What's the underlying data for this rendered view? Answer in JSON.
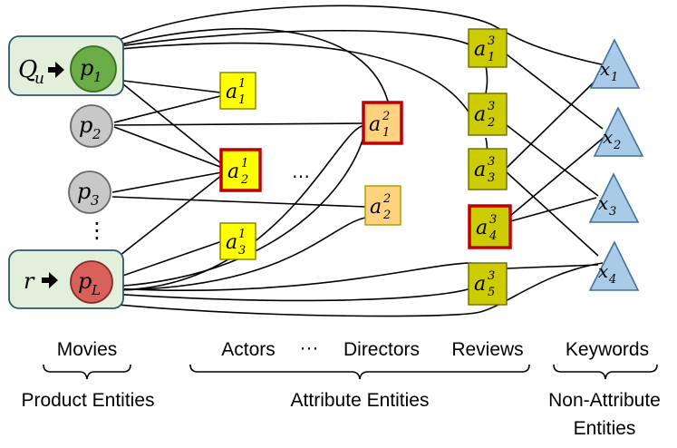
{
  "colors": {
    "query_box_fill": "#e2efda",
    "query_box_stroke": "#2f5570",
    "p_query_fill": "#6aad46",
    "p_query_stroke": "#3a6b26",
    "p_gray_fill": "#c8c8c8",
    "p_gray_stroke": "#6a6a6a",
    "p_target_fill": "#d9615b",
    "p_target_stroke": "#8a2a27",
    "a_level1_fill": "#ffff00",
    "a_level2_fill": "#ffd27f",
    "a_level3_fill": "#cccc00",
    "highlight_stroke": "#c00000",
    "x_fill": "#a9cbe8",
    "x_stroke": "#41719c"
  },
  "product_nodes": {
    "query_marker": "Q",
    "query_marker_sub": "u",
    "target_marker": "r",
    "p1": {
      "base": "p",
      "sub": "1"
    },
    "p2": {
      "base": "p",
      "sub": "2"
    },
    "p3": {
      "base": "p",
      "sub": "3"
    },
    "pL": {
      "base": "p",
      "sub": "L"
    },
    "ellipsis": "⋮"
  },
  "attribute_nodes": {
    "a11": {
      "base": "a",
      "sup": "1",
      "sub": "1"
    },
    "a12": {
      "base": "a",
      "sup": "1",
      "sub": "2"
    },
    "a13": {
      "base": "a",
      "sup": "1",
      "sub": "3"
    },
    "a21": {
      "base": "a",
      "sup": "2",
      "sub": "1"
    },
    "a22": {
      "base": "a",
      "sup": "2",
      "sub": "2"
    },
    "a31": {
      "base": "a",
      "sup": "3",
      "sub": "1"
    },
    "a32": {
      "base": "a",
      "sup": "3",
      "sub": "2"
    },
    "a33": {
      "base": "a",
      "sup": "3",
      "sub": "3"
    },
    "a34": {
      "base": "a",
      "sup": "3",
      "sub": "4"
    },
    "a35": {
      "base": "a",
      "sup": "3",
      "sub": "5"
    },
    "ellipsis": "…"
  },
  "keyword_nodes": {
    "x1": {
      "base": "x",
      "sub": "1"
    },
    "x2": {
      "base": "x",
      "sub": "2"
    },
    "x3": {
      "base": "x",
      "sub": "3"
    },
    "x4": {
      "base": "x",
      "sub": "4"
    }
  },
  "labels": {
    "movies": "Movies",
    "actors": "Actors",
    "ellipsis": "···",
    "directors": "Directors",
    "reviews": "Reviews",
    "keywords": "Keywords",
    "product_entities": "Product Entities",
    "attribute_entities": "Attribute Entities",
    "non_attribute_line1": "Non-Attribute",
    "non_attribute_line2": "Entities"
  }
}
